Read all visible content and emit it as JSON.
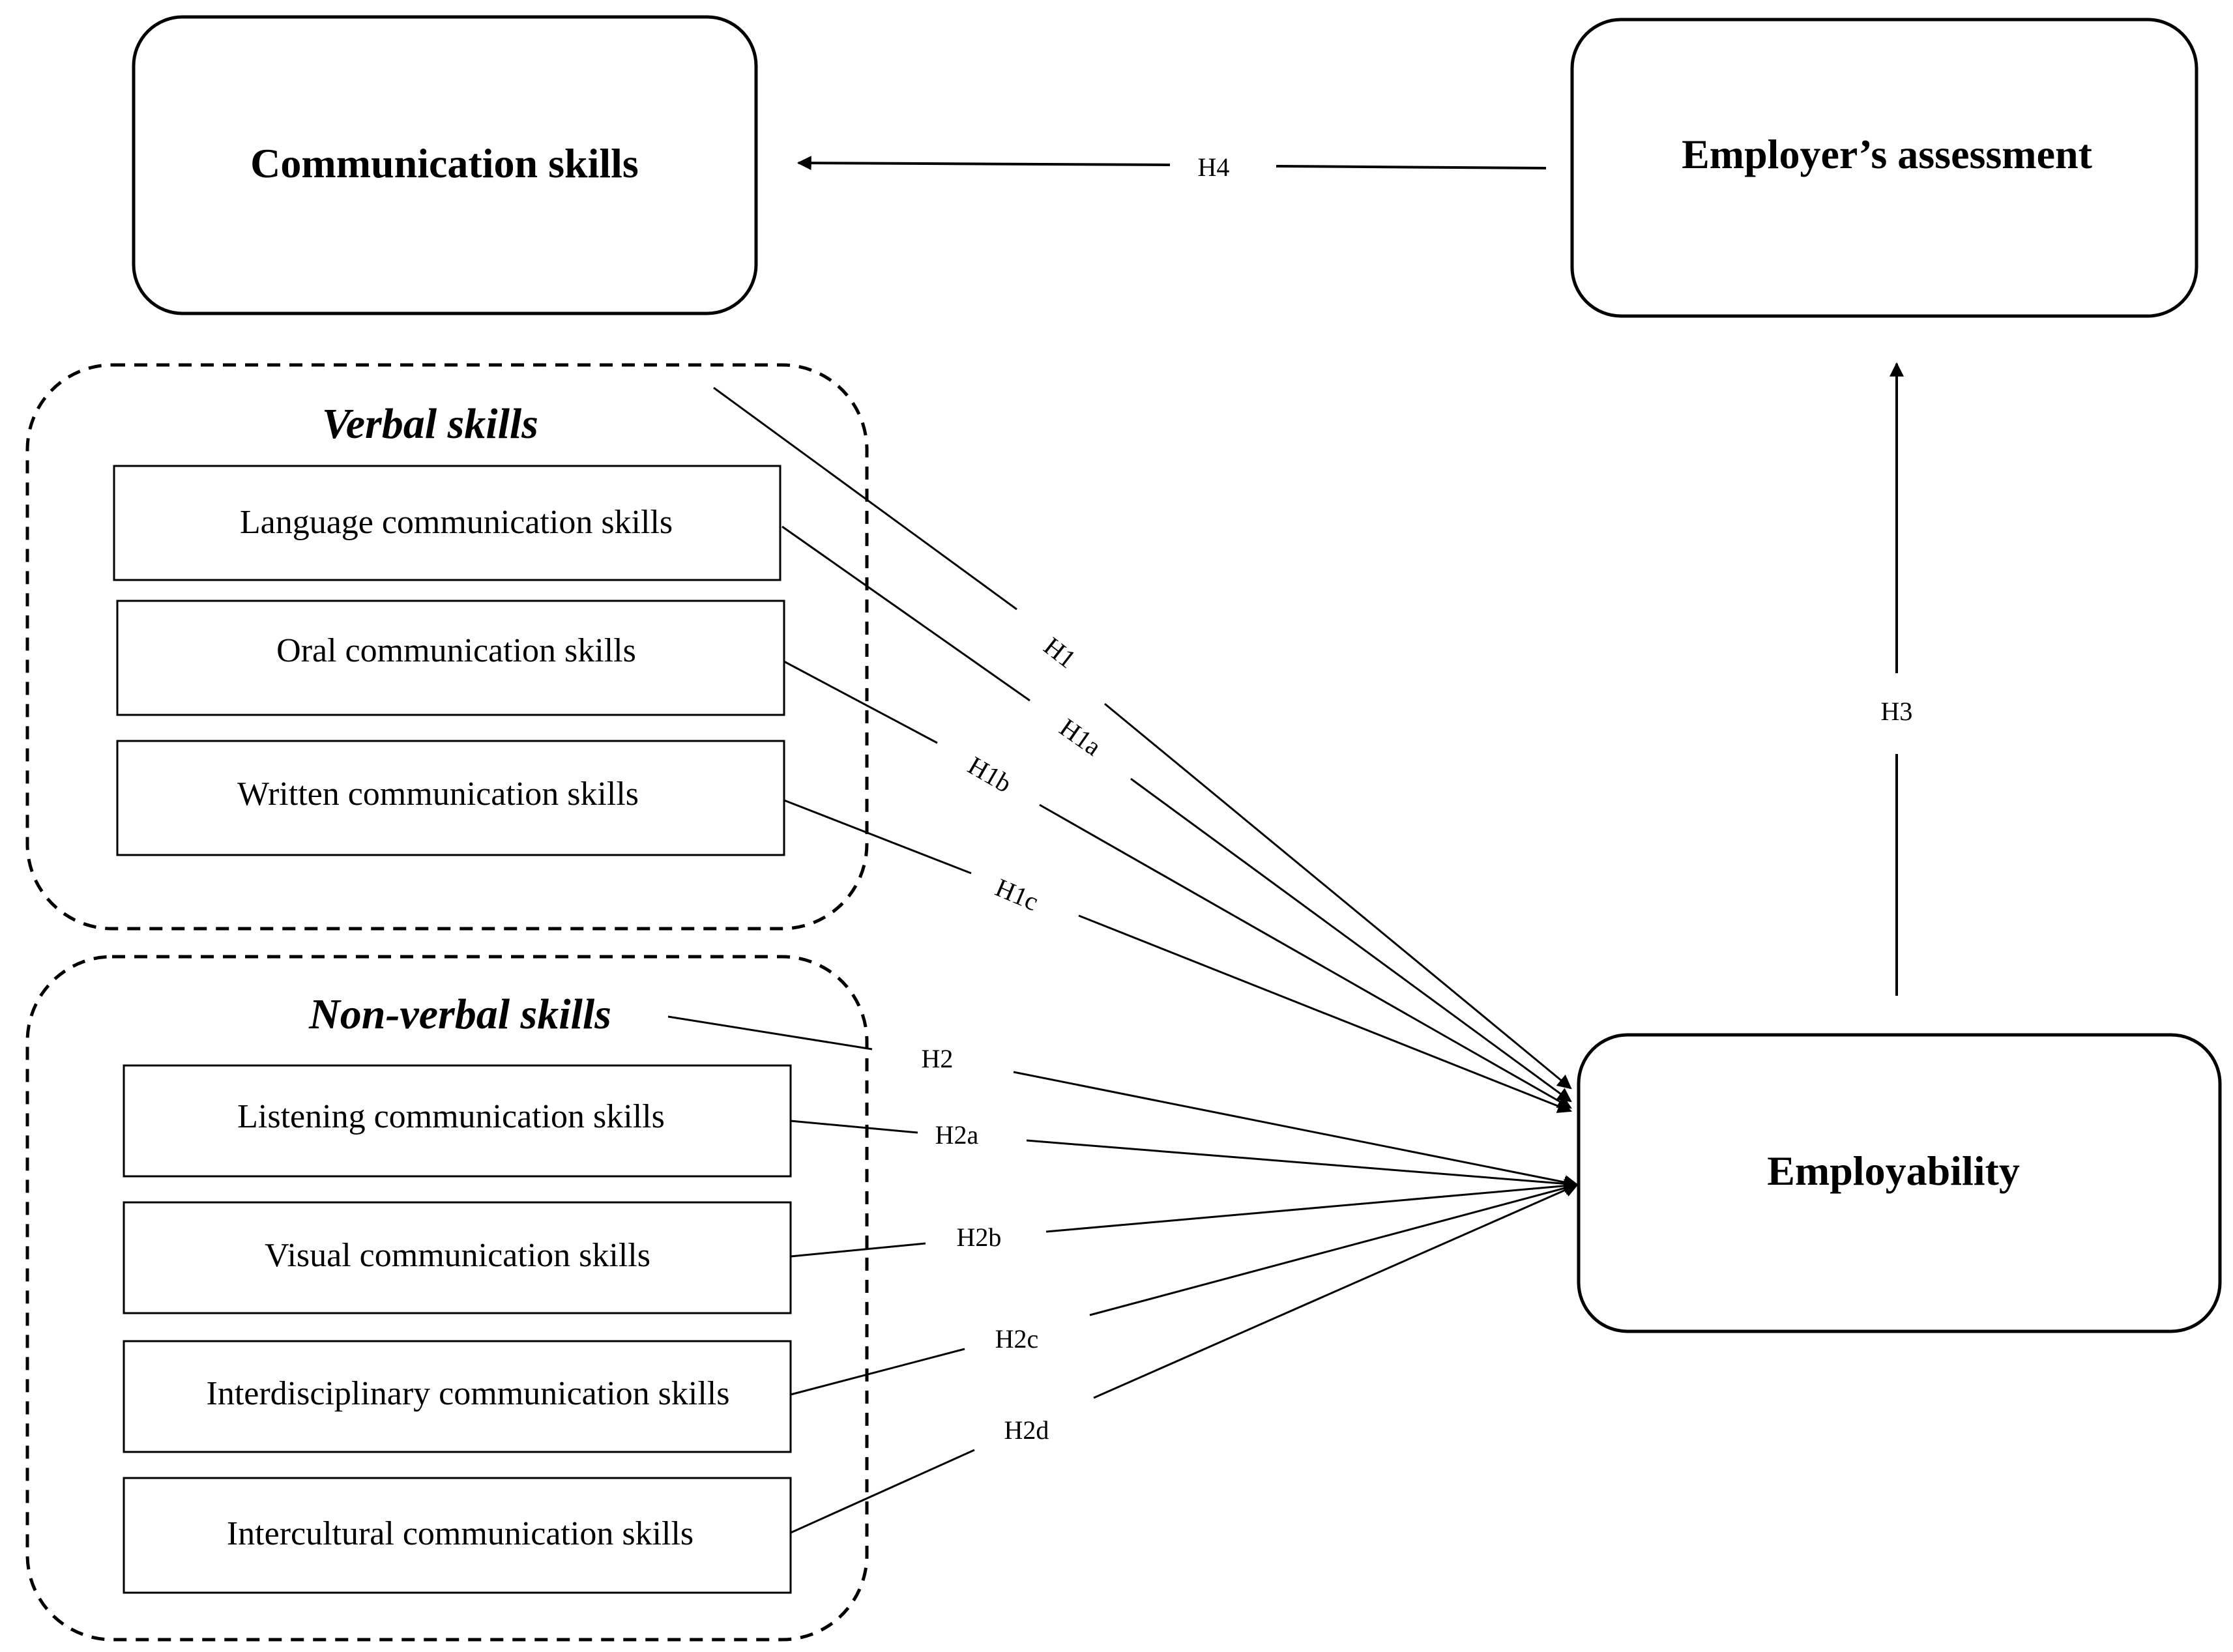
{
  "diagram": {
    "nodes": {
      "communication_skills": "Communication skills",
      "employers_assessment": "Employer’s assessment",
      "employability": "Employability"
    },
    "groups": {
      "verbal": {
        "title": "Verbal skills",
        "items": [
          "Language communication skills",
          "Oral communication skills",
          "Written communication skills"
        ]
      },
      "nonverbal": {
        "title": "Non-verbal skills",
        "items": [
          "Listening communication skills",
          "Visual communication skills",
          "Interdisciplinary communication skills",
          "Intercultural communication skills"
        ]
      }
    },
    "hypotheses": {
      "H1": "H1",
      "H1a": "H1a",
      "H1b": "H1b",
      "H1c": "H1c",
      "H2": "H2",
      "H2a": "H2a",
      "H2b": "H2b",
      "H2c": "H2c",
      "H2d": "H2d",
      "H3": "H3",
      "H4": "H4"
    }
  }
}
